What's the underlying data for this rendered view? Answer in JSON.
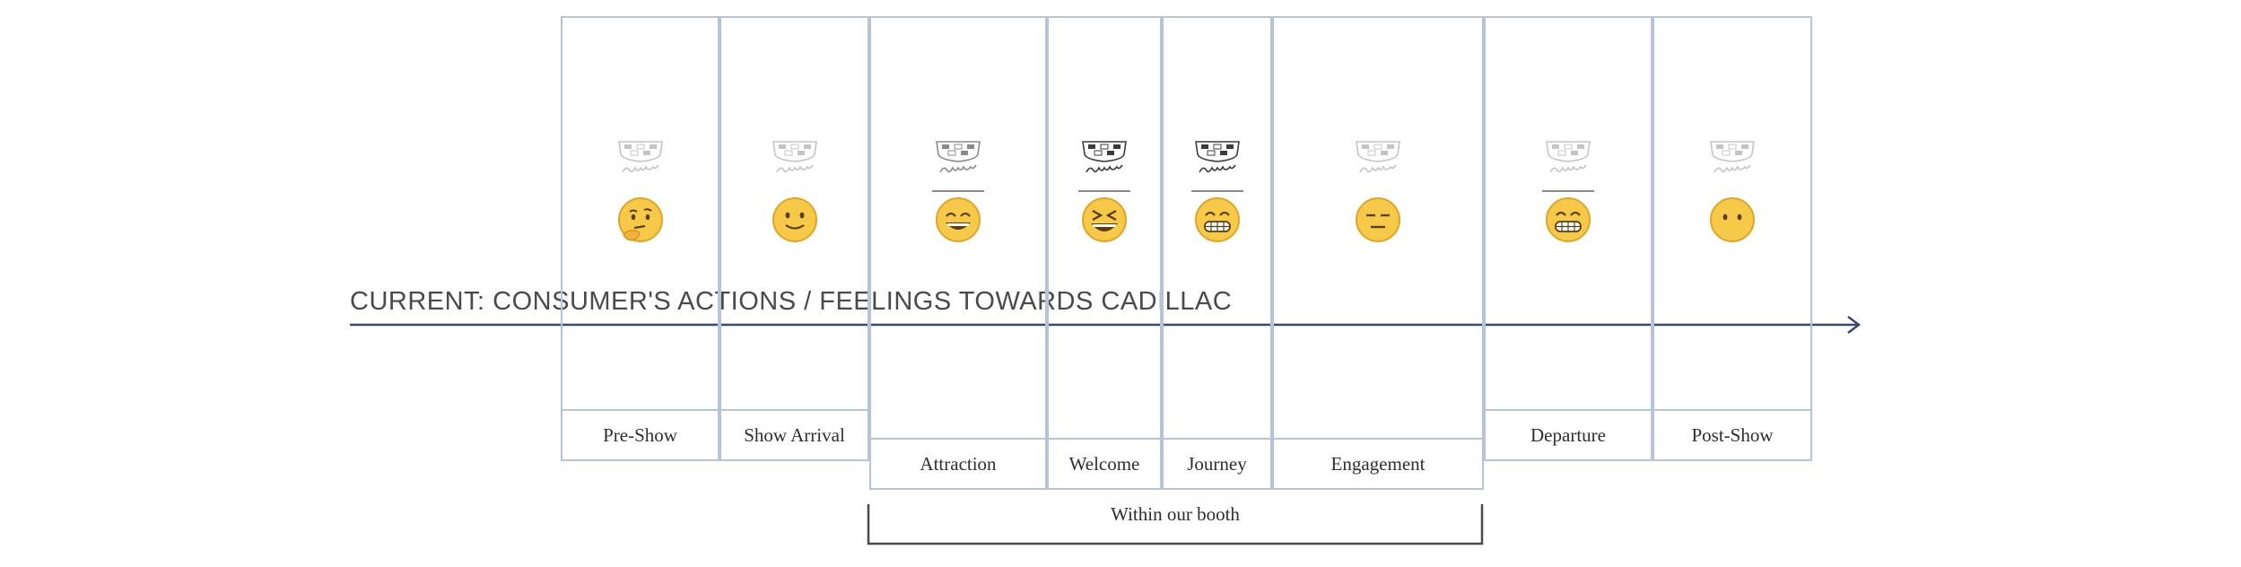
{
  "heading": "CURRENT: CONSUMER'S ACTIONS / FEELINGS TOWARDS CADILLAC",
  "group_label": "Within our booth",
  "colors": {
    "border": "#b7c3d9",
    "axis": "#3a4a6e",
    "emoji_fill": "#f7c948",
    "emoji_stroke": "#e0a526"
  },
  "stages": [
    {
      "label": "Pre-Show",
      "emotion": "thinking-face",
      "logo": "faded",
      "in_booth": false
    },
    {
      "label": "Show Arrival",
      "emotion": "slightly-smiling-face",
      "logo": "faded",
      "in_booth": false
    },
    {
      "label": "Attraction",
      "emotion": "grinning-face-smiling-eyes",
      "logo": "medium",
      "in_booth": true
    },
    {
      "label": "Welcome",
      "emotion": "laughing-squinting-face",
      "logo": "dark",
      "in_booth": true
    },
    {
      "label": "Journey",
      "emotion": "grimacing-face",
      "logo": "dark",
      "in_booth": true
    },
    {
      "label": "Engagement",
      "emotion": "expressionless-face",
      "logo": "faded",
      "in_booth": true
    },
    {
      "label": "Departure",
      "emotion": "grimacing-face",
      "logo": "faded",
      "in_booth": false
    },
    {
      "label": "Post-Show",
      "emotion": "face-without-mouth",
      "logo": "faded",
      "in_booth": false
    }
  ]
}
